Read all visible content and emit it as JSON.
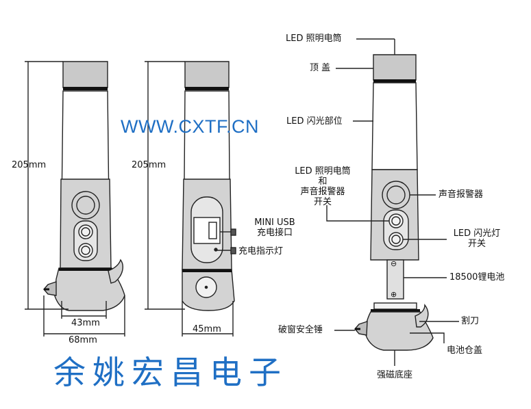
{
  "colors": {
    "accent": "#1f6fc4",
    "outline": "#222222",
    "grip": "#d3d3d3",
    "cap": "#c9c9c9",
    "band": "#111111"
  },
  "watermark": "WWW.CXTF.CN",
  "company": "余姚宏昌电子",
  "dimensions": {
    "left_height": "205mm",
    "left_inner_width": "43mm",
    "left_outer_width": "68mm",
    "middle_height": "205mm",
    "middle_width": "45mm"
  },
  "middle_labels": {
    "usb": [
      "MINI USB",
      "充电接口"
    ],
    "indicator": "充电指示灯"
  },
  "right_labels": {
    "led_lamp": "LED 照明电筒",
    "top_cap": "顶 盖",
    "flash_part": "LED 闪光部位",
    "switch": [
      "LED 照明电筒",
      "和",
      "声音报警器",
      "开关"
    ],
    "siren": "声音报警器",
    "flash_switch": [
      "LED 闪光灯",
      "开关"
    ],
    "battery": "18500锂电池",
    "battery_minus": "⊖",
    "battery_plus": "⊕",
    "cutter": "割刀",
    "hammer": "破窗安全锤",
    "battery_cover": "电池仓盖",
    "magnet_base": "强磁底座"
  }
}
